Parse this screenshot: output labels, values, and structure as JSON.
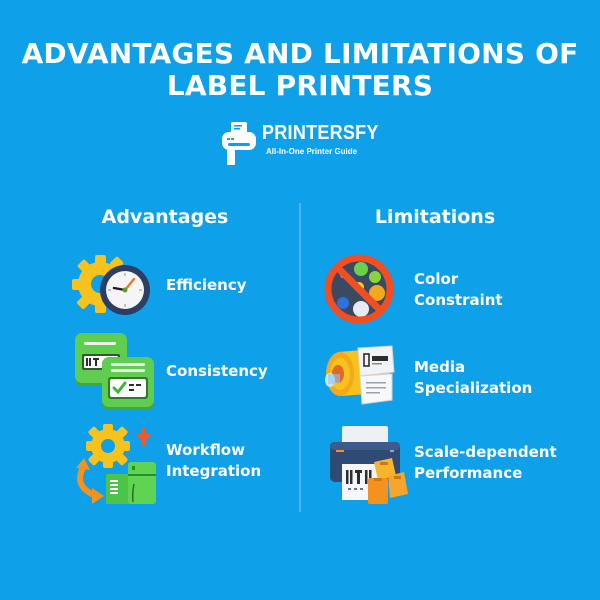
{
  "header": {
    "title_line1": "ADVANTAGES AND LIMITATIONS OF",
    "title_line2": "LABEL PRINTERS"
  },
  "logo": {
    "name": "PRINTERSFY",
    "tagline": "All-In-One Printer Guide",
    "icon": "printer-icon"
  },
  "advantages": {
    "heading": "Advantages",
    "items": [
      {
        "label_line1": "Efficiency",
        "label_line2": "",
        "icon": "gear-clock-icon"
      },
      {
        "label_line1": "Consistency",
        "label_line2": "",
        "icon": "label-cards-icon"
      },
      {
        "label_line1": "Workflow",
        "label_line2": "Integration",
        "icon": "gear-workflow-icon"
      }
    ]
  },
  "limitations": {
    "heading": "Limitations",
    "items": [
      {
        "label_line1": "Color",
        "label_line2": "Constraint",
        "icon": "no-color-palette-icon"
      },
      {
        "label_line1": "Media",
        "label_line2": "Specialization",
        "icon": "label-roll-icon"
      },
      {
        "label_line1": "Scale-dependent",
        "label_line2": "Performance",
        "icon": "printer-boxes-icon"
      }
    ]
  },
  "colors": {
    "background": "#0ea1ea",
    "text": "#ffffff",
    "gear_yellow": "#f7c21b",
    "clock_navy": "#2c3e64",
    "green": "#4cc44a",
    "orange": "#f5921e",
    "ban_red": "#f04e23"
  }
}
